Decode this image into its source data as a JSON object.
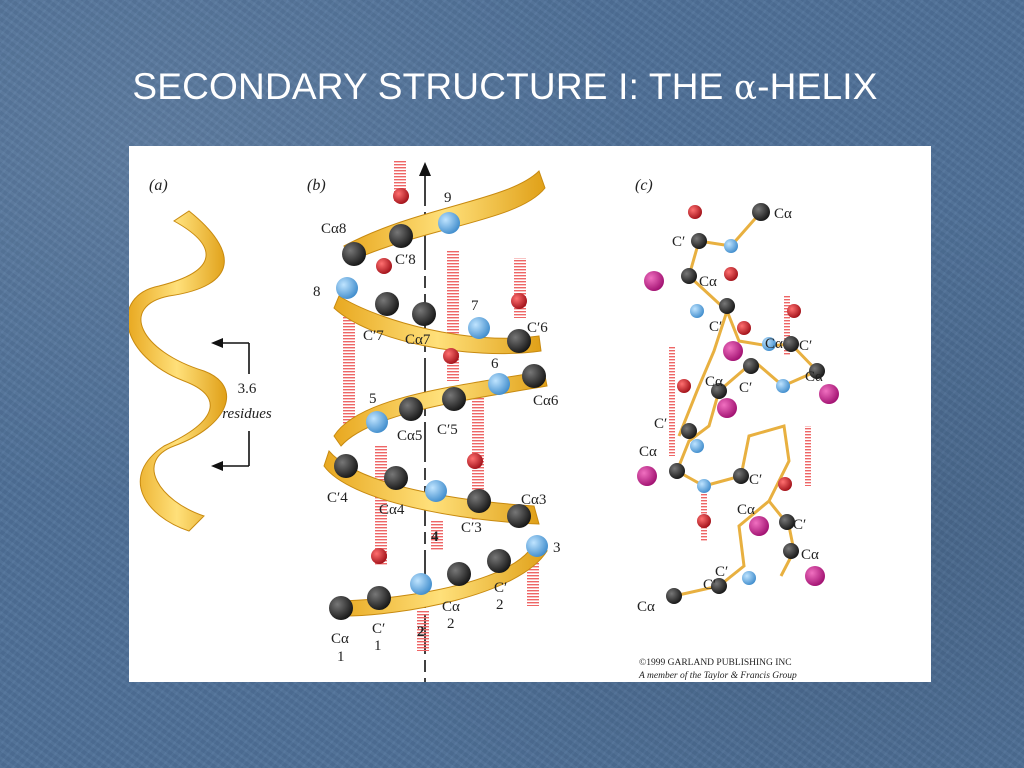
{
  "slide": {
    "title_prefix": "SECONDARY STRUCTURE I: THE ",
    "title_greek": "α",
    "title_suffix": "-HELIX"
  },
  "figure": {
    "panels": {
      "a": "(a)",
      "b": "(b)",
      "c": "(c)"
    },
    "panel_a": {
      "value": "3.6",
      "unit": "residues"
    },
    "panel_b": {
      "labels": {
        "ca8": "Cα8",
        "cp8": "C′8",
        "n9": "9",
        "n8": "8",
        "n7": "7",
        "cp7": "C′7",
        "ca7": "Cα7",
        "cp6": "C′6",
        "n6": "6",
        "ca6": "Cα6",
        "n5": "5",
        "ca5": "Cα5",
        "cp5": "C′5",
        "cp4": "C′4",
        "ca4": "Cα4",
        "n4": "4",
        "cp3": "C′3",
        "ca3": "Cα3",
        "n3": "3",
        "n2": "2",
        "cp2a": "C′",
        "cp2b": "2",
        "ca2a": "Cα",
        "ca2b": "2",
        "ca1a": "Cα",
        "ca1b": "1",
        "cp1a": "C′",
        "cp1b": "1"
      }
    },
    "panel_c": {
      "labels": {
        "ca_top": "Cα",
        "cp_a": "C′",
        "ca_a": "Cα",
        "cp_b": "C′",
        "ca_b": "Cα",
        "cp_c": "C′",
        "ca_c": "Cα",
        "cp_d": "C′",
        "ca_d": "Cα",
        "cp_e": "C′",
        "ca_e": "Cα",
        "cp_f": "C′",
        "cp_g": "C′",
        "ca_f": "Cα",
        "cp_h": "C′",
        "ca_g": "Cα",
        "cp_i": "C′",
        "ca_bottom": "Cα"
      }
    },
    "copyright": {
      "line1": "©1999 GARLAND PUBLISHING INC",
      "line2": "A member of the Taylor & Francis Group"
    },
    "colors": {
      "ribbon": "#f0c040",
      "carbon": "#2a2a2a",
      "nitrogen": "#5aa8e0",
      "oxygen": "#c8202a",
      "hbond": "#e87070",
      "sidechain": "#b8207a"
    }
  }
}
